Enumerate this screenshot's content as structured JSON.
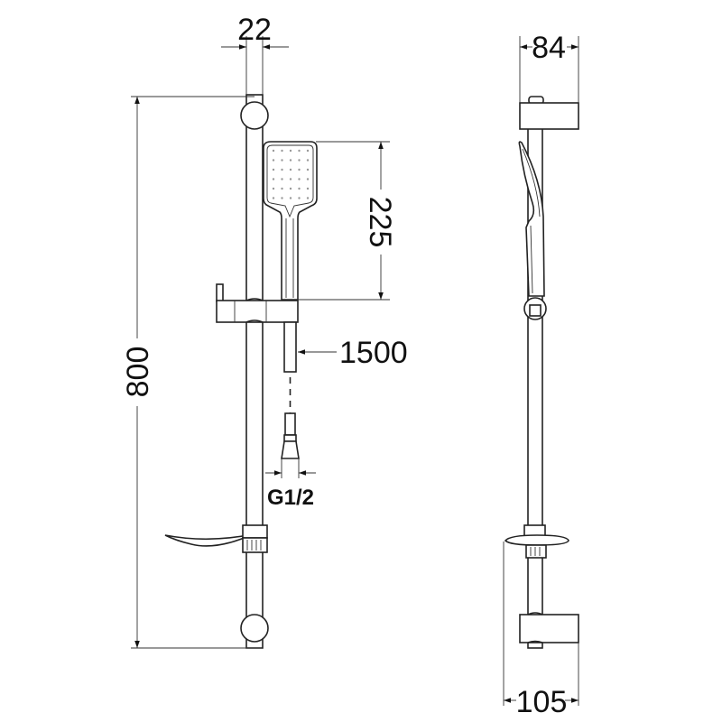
{
  "dimensions": {
    "rail_diameter": "22",
    "total_height": "800",
    "hand_shower_length": "225",
    "hose_length": "1500",
    "thread": "G1/2",
    "bracket_depth": "84",
    "projection": "105"
  },
  "colors": {
    "line": "#222222",
    "background": "#ffffff"
  }
}
